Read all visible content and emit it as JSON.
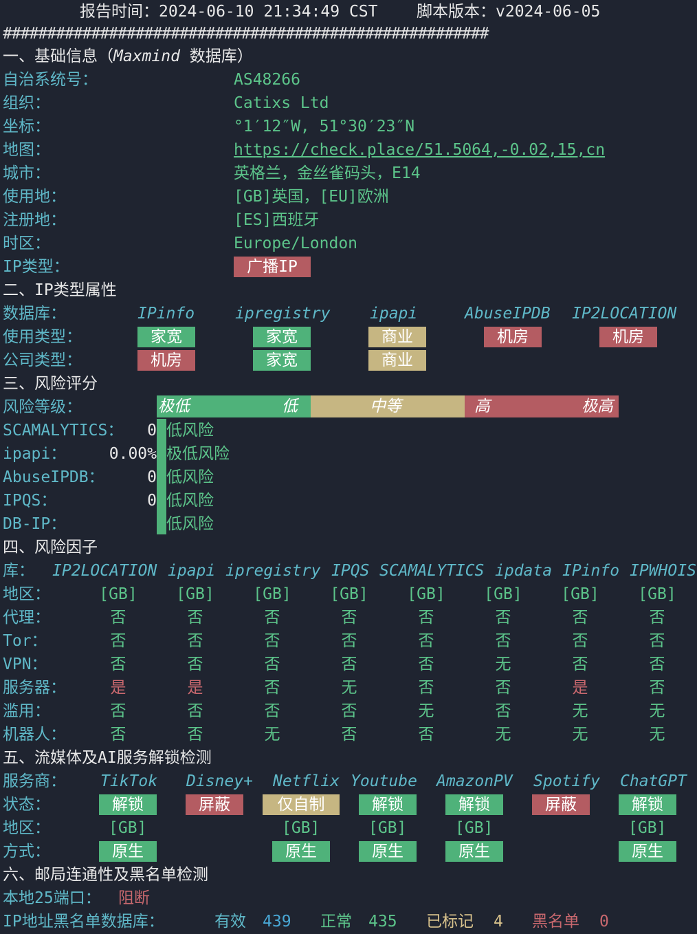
{
  "header": {
    "report_time": "报告时间：2024-06-10 21:34:49 CST",
    "script_version": "脚本版本：v2024-06-05",
    "separator": "#######################################################"
  },
  "s1": {
    "title": "一、基础信息（",
    "title_italic": "Maxmind",
    "title_tail": " 数据库）",
    "rows": [
      {
        "label": "自治系统号：",
        "value": "AS48266"
      },
      {
        "label": "组织：",
        "value": "Catixs Ltd"
      },
      {
        "label": "坐标：",
        "value": "°1′12″W, 51°30′23″N"
      },
      {
        "label": "地图：",
        "value": "https://check.place/51.5064,-0.02,15,cn"
      },
      {
        "label": "城市：",
        "value": "英格兰，金丝雀码头，E14"
      },
      {
        "label": "使用地：",
        "value": "[GB]英国，[EU]欧洲"
      },
      {
        "label": "注册地：",
        "value": "[ES]西班牙"
      },
      {
        "label": "时区：",
        "value": "Europe/London"
      }
    ],
    "ip_type_label": "IP类型：",
    "ip_type_value": "广播IP"
  },
  "s2": {
    "title": "二、IP类型属性",
    "db_label": "数据库：",
    "dbs": [
      "IPinfo",
      "ipregistry",
      "ipapi",
      "AbuseIPDB",
      "IP2LOCATION"
    ],
    "usage_label": "使用类型：",
    "usage": [
      "家宽",
      "家宽",
      "商业",
      "机房",
      "机房"
    ],
    "company_label": "公司类型：",
    "company": [
      "机房",
      "家宽",
      "商业"
    ]
  },
  "s3": {
    "title": "三、风险评分",
    "level_label": "风险等级：",
    "scale": [
      "极低",
      "低",
      "中等",
      "高",
      "极高"
    ],
    "rows": [
      {
        "label": "SCAMALYTICS：",
        "score": "0",
        "risk": "低风险"
      },
      {
        "label": "ipapi：",
        "score": "0.00%",
        "risk": "极低风险"
      },
      {
        "label": "AbuseIPDB：",
        "score": "0",
        "risk": "低风险"
      },
      {
        "label": "IPQS：",
        "score": "0",
        "risk": "低风险"
      },
      {
        "label": "DB-IP：",
        "score": "",
        "risk": "低风险"
      }
    ]
  },
  "s4": {
    "title": "四、风险因子",
    "lib_label": "库：",
    "libs": [
      "IP2LOCATION",
      "ipapi",
      "ipregistry",
      "IPQS",
      "SCAMALYTICS",
      "ipdata",
      "IPinfo",
      "IPWHOIS"
    ],
    "rows": [
      {
        "label": "地区：",
        "values": [
          "[GB]",
          "[GB]",
          "[GB]",
          "[GB]",
          "[GB]",
          "[GB]",
          "[GB]",
          "[GB]"
        ]
      },
      {
        "label": "代理：",
        "values": [
          "否",
          "否",
          "否",
          "否",
          "否",
          "否",
          "否",
          "否"
        ]
      },
      {
        "label": "Tor：",
        "values": [
          "否",
          "否",
          "否",
          "否",
          "否",
          "否",
          "否",
          "否"
        ]
      },
      {
        "label": "VPN：",
        "values": [
          "否",
          "否",
          "否",
          "否",
          "否",
          "无",
          "否",
          "否"
        ]
      },
      {
        "label": "服务器：",
        "values": [
          "是",
          "是",
          "否",
          "无",
          "否",
          "否",
          "是",
          "否"
        ]
      },
      {
        "label": "滥用：",
        "values": [
          "否",
          "否",
          "否",
          "否",
          "无",
          "否",
          "无",
          "无"
        ]
      },
      {
        "label": "机器人：",
        "values": [
          "否",
          "否",
          "无",
          "否",
          "否",
          "无",
          "无",
          "无"
        ]
      }
    ]
  },
  "s5": {
    "title": "五、流媒体及AI服务解锁检测",
    "provider_label": "服务商：",
    "providers": [
      "TikTok",
      "Disney+",
      "Netflix",
      "Youtube",
      "AmazonPV",
      "Spotify",
      "ChatGPT"
    ],
    "status_label": "状态：",
    "status": [
      "解锁",
      "屏蔽",
      "仅自制",
      "解锁",
      "解锁",
      "屏蔽",
      "解锁"
    ],
    "region_label": "地区：",
    "regions": [
      "[GB]",
      "",
      "[GB]",
      "[GB]",
      "[GB]",
      "",
      "[GB]"
    ],
    "method_label": "方式：",
    "methods": [
      "原生",
      "",
      "原生",
      "原生",
      "原生",
      "",
      "原生"
    ]
  },
  "s6": {
    "title": "六、邮局连通性及黑名单检测",
    "port_label": "本地25端口：",
    "port_value": "阻断",
    "bl_label": "IP地址黑名单数据库：",
    "valid_label": "有效",
    "valid": "439",
    "normal_label": "正常",
    "normal": "435",
    "marked_label": "已标记",
    "marked": "4",
    "black_label": "黑名单",
    "black": "0"
  }
}
